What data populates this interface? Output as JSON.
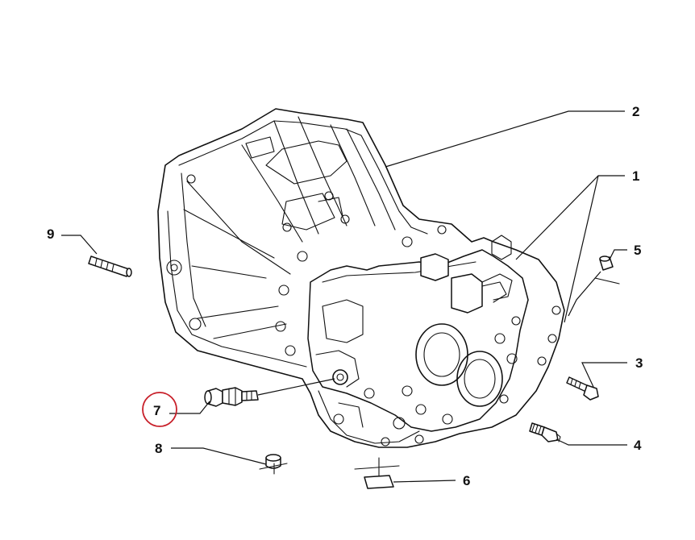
{
  "diagram": {
    "highlight_color": "#c8202a",
    "line_color": "#111111",
    "callouts": [
      {
        "id": "1",
        "label": "1"
      },
      {
        "id": "2",
        "label": "2"
      },
      {
        "id": "3",
        "label": "3"
      },
      {
        "id": "4",
        "label": "4"
      },
      {
        "id": "5",
        "label": "5"
      },
      {
        "id": "6",
        "label": "6"
      },
      {
        "id": "7",
        "label": "7",
        "highlighted": true
      },
      {
        "id": "8",
        "label": "8"
      },
      {
        "id": "9",
        "label": "9"
      }
    ]
  }
}
